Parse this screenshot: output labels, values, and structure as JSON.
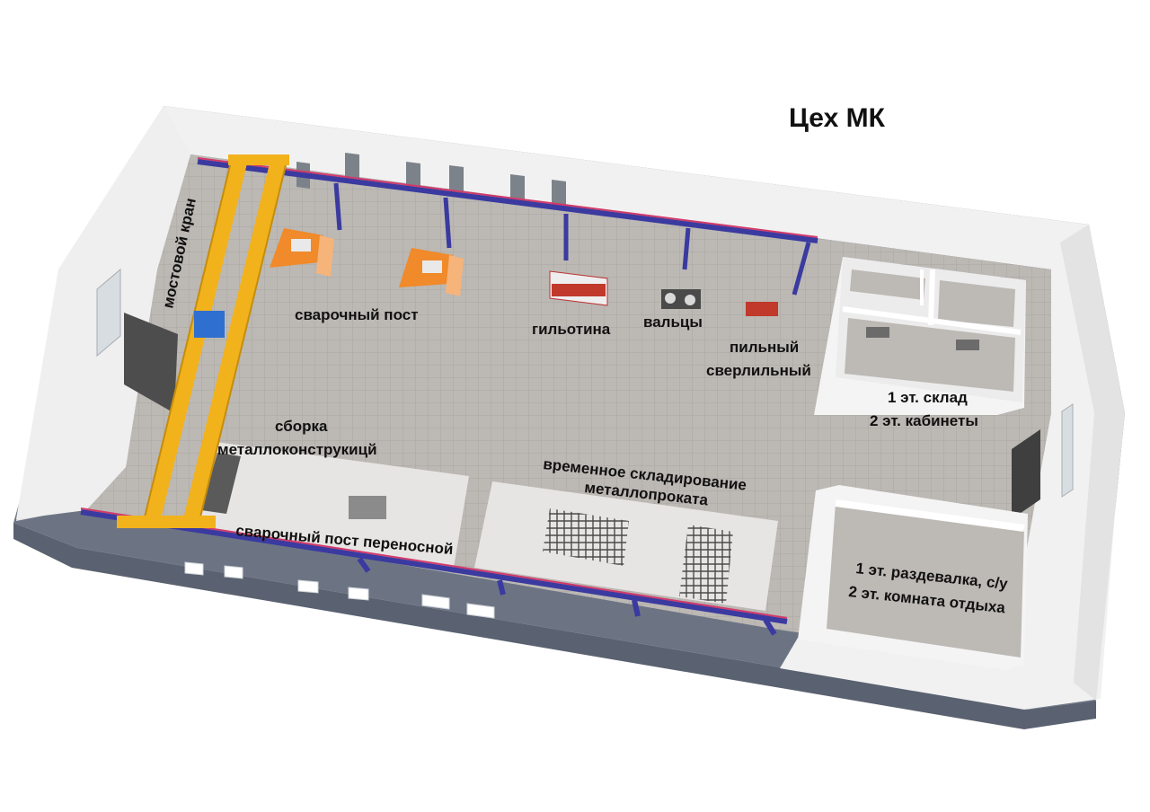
{
  "title": "Цех МК",
  "labels": {
    "crane": "мостовой кран",
    "welding_post": "сварочный пост",
    "guillotine": "гильотина",
    "rollers": "вальцы",
    "saw_line1": "пильный",
    "saw_line2": "сверлильный",
    "storage_line1": "1 эт. склад",
    "storage_line2": "2 эт. кабинеты",
    "assembly_line1": "сборка",
    "assembly_line2": "металлоконструкицй",
    "portable_welding": "сварочный пост переносной",
    "temp_storage_line1": "временное складирование",
    "temp_storage_line2": "металлопроката",
    "locker_line1": "1 эт. раздевалка, с/у",
    "locker_line2": "2 эт. комната отдыха"
  },
  "colors": {
    "crane": "#f2b21c",
    "crane_rail": "#3a3aa0",
    "rail_top": "#d13a6a",
    "wall_top": "#f2f2f2",
    "wall_outer": "#6c7484",
    "floor": "#b9b5b1",
    "welding_screen": "#f08a2a",
    "zone_pad": "#e7e5e3"
  }
}
